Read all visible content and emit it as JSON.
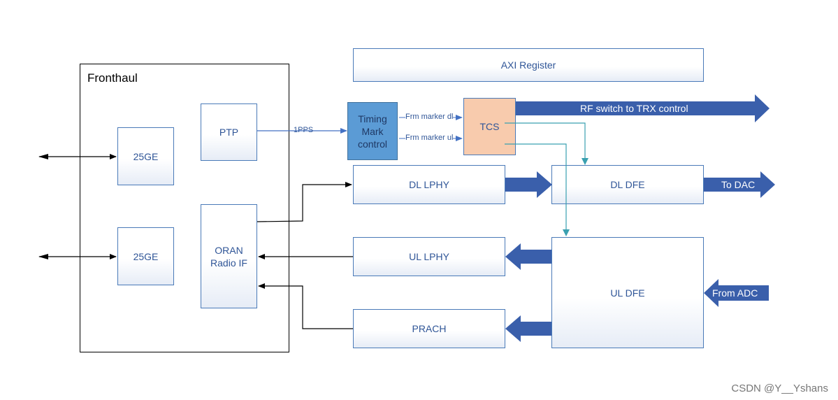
{
  "fronthaul": {
    "title": "Fronthaul",
    "ge_top": "25GE",
    "ge_bottom": "25GE",
    "ptp": "PTP",
    "oran_line1": "ORAN",
    "oran_line2": "Radio IF"
  },
  "blocks": {
    "axi_register": "AXI Register",
    "timing_line1": "Timing",
    "timing_line2": "Mark",
    "timing_line3": "control",
    "tcs": "TCS",
    "dl_lphy": "DL LPHY",
    "dl_dfe": "DL DFE",
    "ul_lphy": "UL LPHY",
    "ul_dfe": "UL DFE",
    "prach": "PRACH"
  },
  "signals": {
    "pps": "1PPS",
    "frm_marker_dl": "Frm marker dl",
    "frm_marker_ul": "Frm marker ul",
    "rf_switch": "RF switch to TRX control",
    "to_dac": "To DAC",
    "from_adc": "From ADC"
  },
  "watermark": "CSDN @Y__Yshans",
  "colors": {
    "block_border": "#4a7ab8",
    "text": "#2f5597",
    "thick_arrow": "#3a5fab",
    "timing_fill": "#5b9bd5",
    "tcs_fill": "#f8cbad",
    "teal_line": "#3aa0b0"
  }
}
